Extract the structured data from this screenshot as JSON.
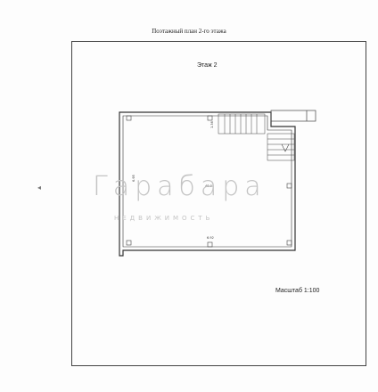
{
  "document": {
    "title": "Поэтажный план 2-го этажа",
    "floor_label": "Этаж 2",
    "scale_label": "Масштаб 1:100"
  },
  "plan": {
    "dim_height": "6.95",
    "dim_width": "6.92",
    "dim_stair": "1.36",
    "room_area": "48.0"
  },
  "watermark": {
    "brand": "Гарабара",
    "subtitle": "НЕДВИЖИМОСТЬ"
  }
}
